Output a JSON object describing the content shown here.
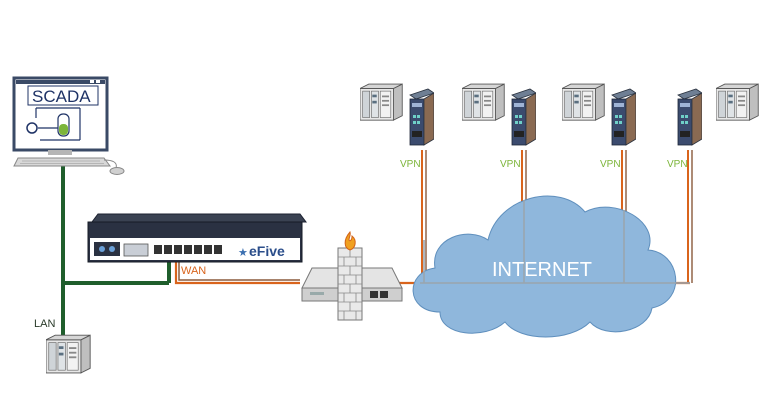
{
  "scada": {
    "title": "SCADA"
  },
  "router": {
    "brand": "eFive",
    "star": "★"
  },
  "labels": {
    "wan": "WAN",
    "lan": "LAN",
    "internet": "INTERNET",
    "vpn": [
      "VPN",
      "VPN",
      "VPN",
      "VPN"
    ]
  },
  "colors": {
    "lan_line": "#1f5e2c",
    "wan_orange": "#d9641c",
    "wan_brown": "#8a5a3c",
    "cloud": "#8fb7dc",
    "vpn_label": "#7cb53a",
    "wan_label": "#d9641c",
    "internet_text": "#ffffff"
  },
  "icons": {
    "router": "efive-router-icon",
    "firewall": "brick-firewall-icon",
    "modem": "modem-icon",
    "plc": "plc-rack-icon",
    "vpn_device": "vpn-gateway-icon",
    "monitor": "scada-monitor-icon"
  }
}
